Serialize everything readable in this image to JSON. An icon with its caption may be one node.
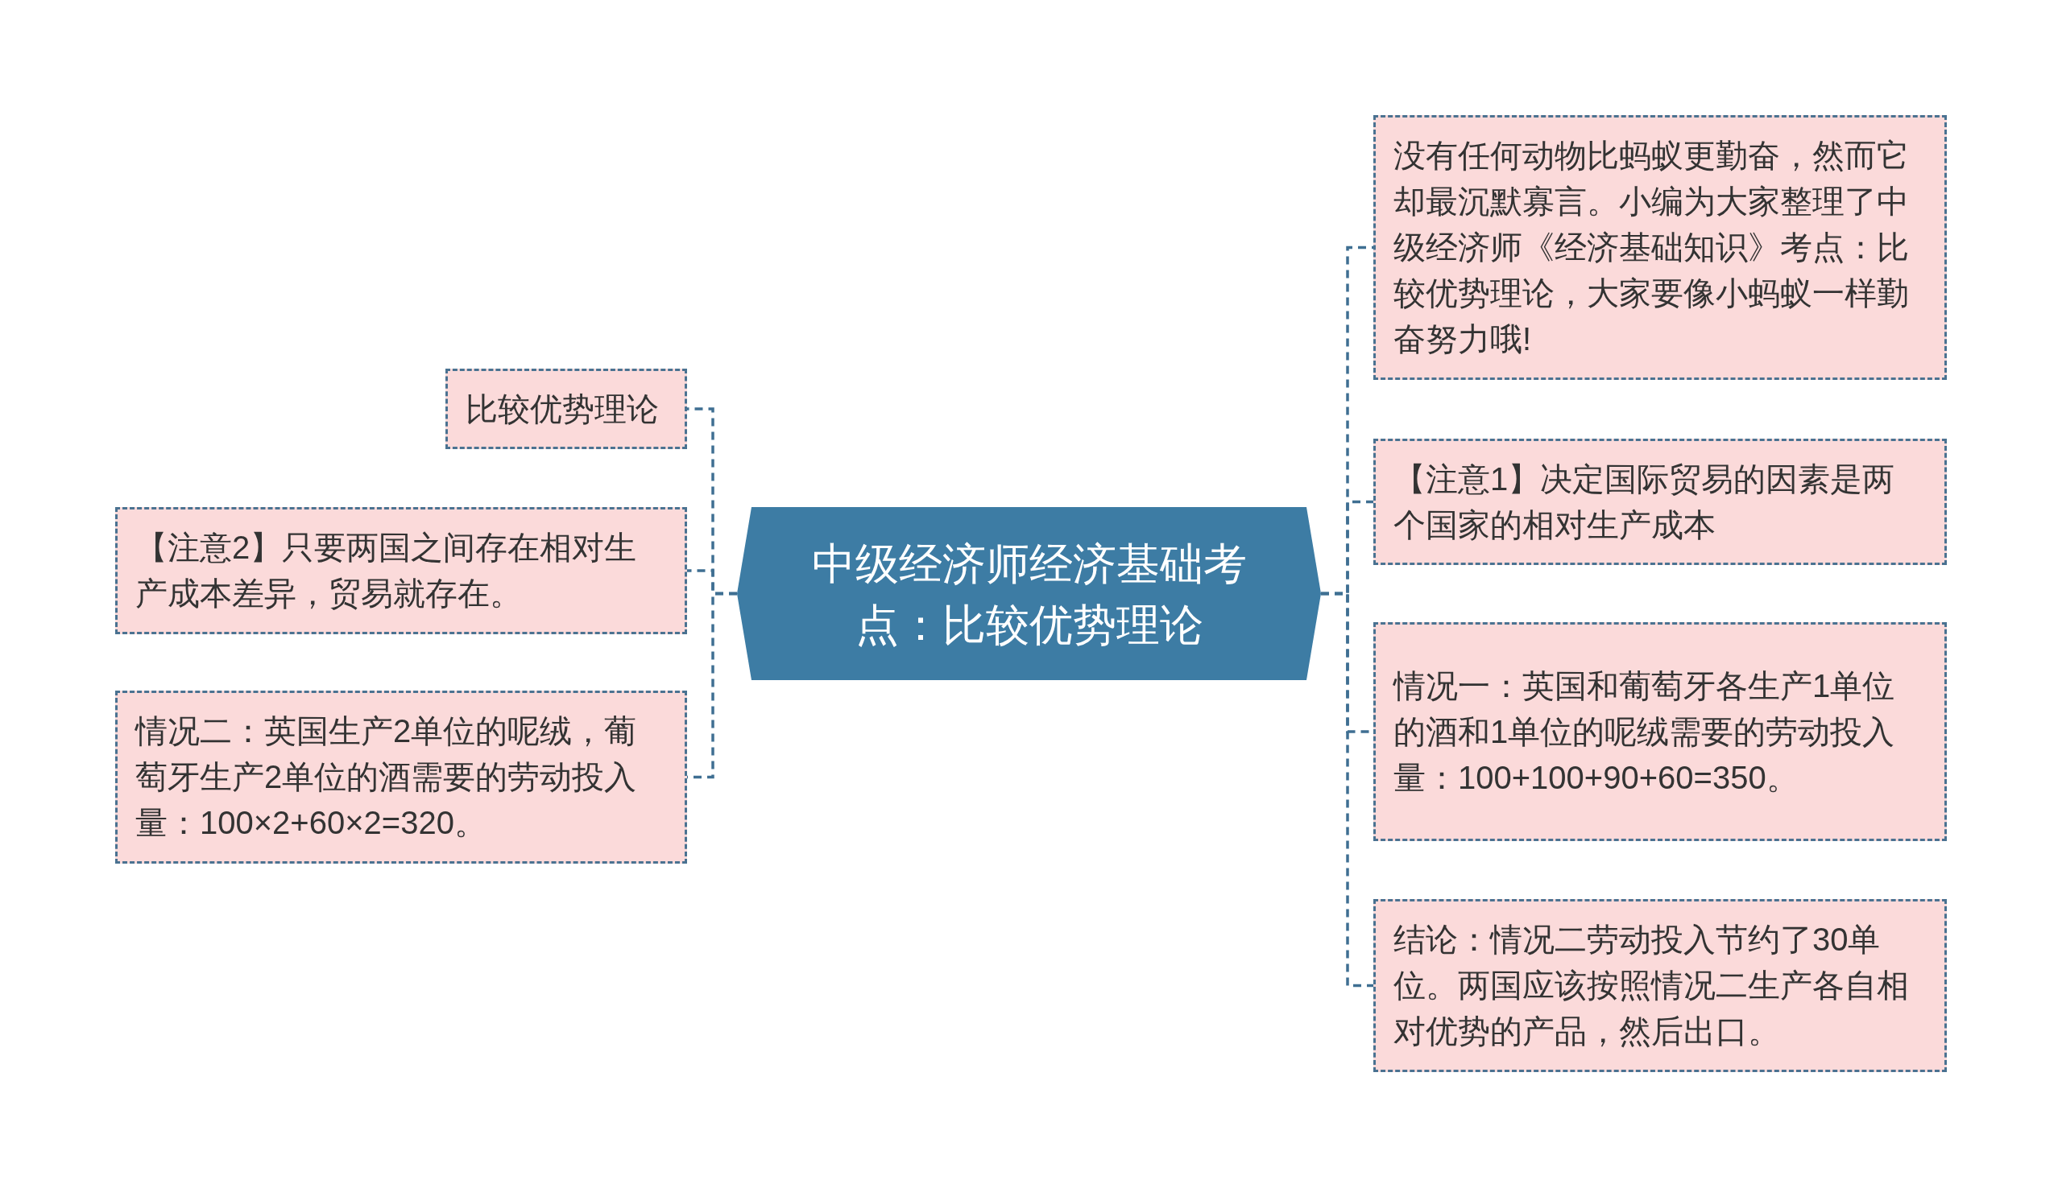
{
  "diagram": {
    "nodes": [
      {
        "text": [
          "中级经济师经济基础考点：比较优势理论"
        ]
      },
      {
        "text": [
          "比较优势理论"
        ]
      },
      {
        "text": [
          "【注意2】只要两国之间存在相对生产成本差异，贸易就存在。"
        ]
      },
      {
        "text": [
          "情况二：英国生产2单位的呢绒，葡萄牙生产2单位的酒需要的劳动投入量：100×2+60×2=320。"
        ]
      },
      {
        "text": [
          "没有任何动物比蚂蚁更勤奋，然而它却最沉默寡言。小编为大家整理了中级经济师《经济基础知识》考点：比较优势理论，大家要像小蚂蚁一样勤奋努力哦!"
        ]
      },
      {
        "text": [
          "【注意1】决定国际贸易的因素是两个国家的相对生产成本"
        ]
      },
      {
        "text": [
          "情况一：英国和葡萄牙各生产1单位的酒和1单位的呢绒需要的劳动投入量：100+100+90+60=350。"
        ]
      },
      {
        "text": [
          "结论：情况二劳动投入节约了30单位。两国应该按照情况二生产各自相对优势的产品，然后出口。"
        ]
      }
    ],
    "edges": [
      {
        "from": 0,
        "to": 1,
        "arrow": "none",
        "style": "dashed"
      },
      {
        "from": 0,
        "to": 2,
        "arrow": "none",
        "style": "dashed"
      },
      {
        "from": 0,
        "to": 3,
        "arrow": "none",
        "style": "dashed"
      },
      {
        "from": 0,
        "to": 4,
        "arrow": "none",
        "style": "dashed"
      },
      {
        "from": 0,
        "to": 5,
        "arrow": "none",
        "style": "dashed"
      },
      {
        "from": 0,
        "to": 6,
        "arrow": "none",
        "style": "dashed"
      },
      {
        "from": 0,
        "to": 7,
        "arrow": "none",
        "style": "dashed"
      }
    ]
  }
}
